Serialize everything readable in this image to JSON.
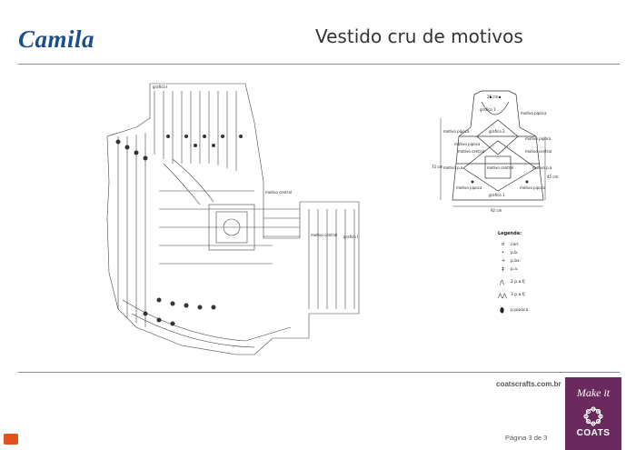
{
  "header": {
    "brand": "Camila",
    "title": "Vestido cru de motivos"
  },
  "diagram_main": {
    "labels": {
      "grafico1": "grafico I",
      "motivo_central": "motivo central",
      "motivo_central_2": "motivo central",
      "grafico_i": "grafico I"
    }
  },
  "diagram_schema": {
    "labels": {
      "top_measure": "25 cm",
      "grafico1_top": "grafico 1",
      "motivo_pipoca_1": "motivo pipoca",
      "motivo_pipoca_2": "motivo pipoca",
      "grafico2": "grafico 2",
      "motivo_pipoca_3": "motivo pipoca",
      "motivo_pipoca_4": "motivo pipoca",
      "motivo_central_l": "motivo central",
      "motivo_central_r": "motivo central",
      "motivo_central_mid": "motivo central",
      "height": "72 cm",
      "motivo_pa_l": "motivo p.a.",
      "motivo_pa_r": "motivo p.a.",
      "side_measure": "45 cm",
      "motivo_pipoca_5": "motivo pipoca",
      "motivo_pipoca_6": "motivo pipoca",
      "grafico1_bottom": "grafico 1",
      "bottom_measure": "92 cm"
    }
  },
  "legend": {
    "title": "Legenda:",
    "items": [
      {
        "symbol": "o",
        "label": "corr."
      },
      {
        "symbol": "•",
        "label": "p.b."
      },
      {
        "symbol": "+",
        "label": "p.bx."
      },
      {
        "symbol": "‡",
        "label": "p.a."
      },
      {
        "symbol": "⋀",
        "label": "2 p.a.fj"
      },
      {
        "symbol": "⋀⋀",
        "label": "3 p.a.fj"
      },
      {
        "symbol": "⬮",
        "label": "p.pipoca"
      }
    ]
  },
  "footer": {
    "site": "coatscrafts.com.br",
    "page": "Página 3 de 3",
    "logo_top": "Make it",
    "logo_bottom": "COATS"
  }
}
